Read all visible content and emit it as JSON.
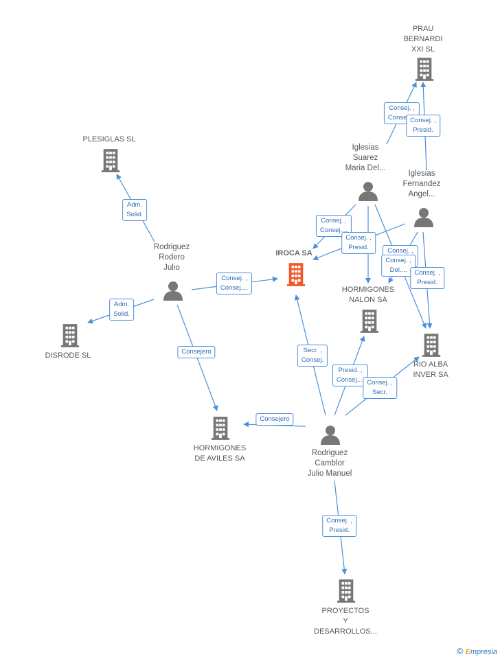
{
  "nodes": {
    "prau": "PRAU\nBERNARDI\nXXI SL",
    "plesiglas": "PLESIGLAS SL",
    "iglesias_suarez": "Iglesias\nSuarez\nMaria Del...",
    "iglesias_fernandez": "Iglesias\nFernandez\nAngel...",
    "rodriguez_rodero": "Rodriguez\nRodero\nJulio",
    "iroca": "IROCA SA",
    "hormigones_nalon": "HORMIGONES\nNALON SA",
    "disrode": "DISRODE SL",
    "rio_alba": "RIO ALBA\nINVER SA",
    "hormigones_aviles": "HORMIGONES\nDE AVILES SA",
    "rodriguez_camblor": "Rodriguez\nCamblor\nJulio Manuel",
    "proyectos": "PROYECTOS\nY\nDESARROLLOS..."
  },
  "edge_labels": {
    "e1": "Consej. ,\nConsej....",
    "e2": "Consej. ,\nPresid.",
    "e3": "Adm.\nSolid.",
    "e4": "Consej. ,\nConsej....",
    "e5": "Consej. ,\nPresid.",
    "e6": "Consej. ,\nConsej....",
    "e7": "Consej. ,\nDel....",
    "e8": "Consej. ,\nPresid.",
    "e9": "Consej. ,\nConsej....",
    "e10": "Adm.\nSolid.",
    "e11": "Consejero",
    "e12": "Secr. ,\nConsej.",
    "e13": "Presid. ,\nConsej....",
    "e14": "Consej. ,\nSecr.",
    "e15": "Consejero",
    "e16": "Consej. ,\nPresid."
  },
  "colors": {
    "main_node": "#f05a28",
    "node": "#777777",
    "edge": "#4a8fd8"
  },
  "footer": {
    "copyright": "©",
    "brand_initial": "E",
    "brand_rest": "mpresia"
  }
}
